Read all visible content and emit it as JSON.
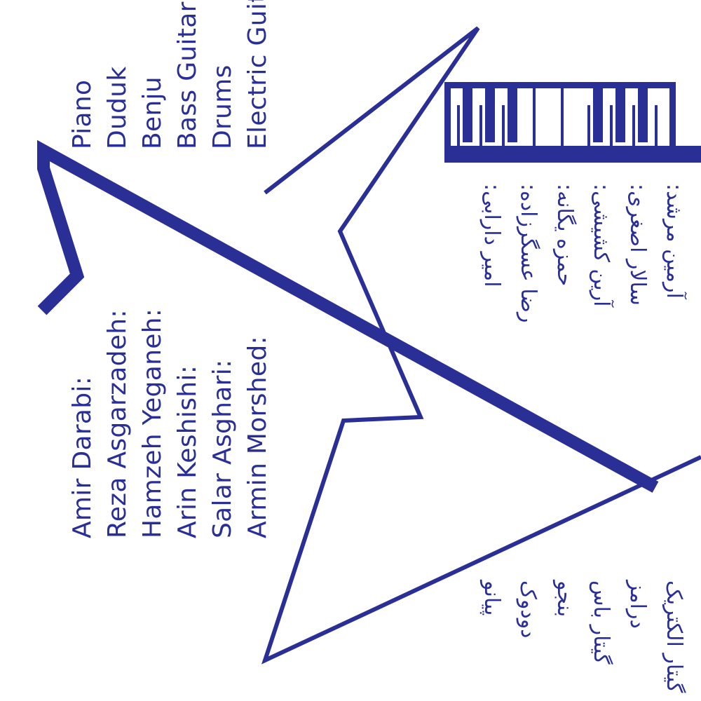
{
  "colors": {
    "accent": "#2a2f96",
    "background": "#ffffff"
  },
  "instruments_en": [
    "Piano",
    "Duduk",
    "Benju",
    "Bass Guitar",
    "Drums",
    "Electric Guitar"
  ],
  "musicians_en": [
    "Amir Darabi:",
    "Reza Asgarzadeh:",
    "Hamzeh Yeganeh:",
    "Arin Keshishi:",
    "Salar Asghari:",
    "Armin Morshed:"
  ],
  "musicians_fa": [
    "امیر دارابی:",
    "رضا عسگرزاده:",
    "حمزه یگانه:",
    "آرین کشیشی:",
    "سالار اصغری:",
    "آرمین مرشد:"
  ],
  "instruments_fa": [
    "پیانو",
    "دودوک",
    "بنجو",
    "گیتار باس",
    "درامز",
    "گیتار الکتریک"
  ],
  "icons": [
    "piano-keys-icon",
    "guitar-line-art"
  ]
}
